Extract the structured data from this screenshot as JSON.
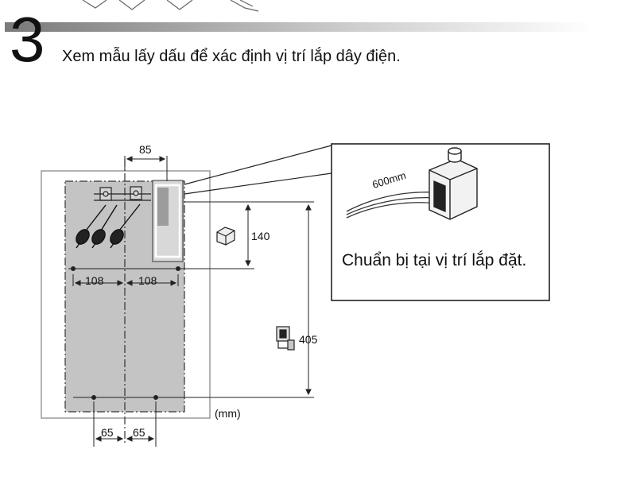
{
  "step": {
    "number": "3",
    "instruction": "Xem mẫu lấy dấu để xác định vị trí lắp dây điện."
  },
  "diagram": {
    "dims": {
      "top_width": "85",
      "left_108": "108",
      "right_108": "108",
      "bottom_65_left": "65",
      "bottom_65_right": "65",
      "vertical_140": "140",
      "vertical_405": "405",
      "unit": "(mm)"
    },
    "callout": {
      "cable_length": "600mm",
      "caption": "Chuẩn bị tại vị trí lắp đặt."
    }
  }
}
